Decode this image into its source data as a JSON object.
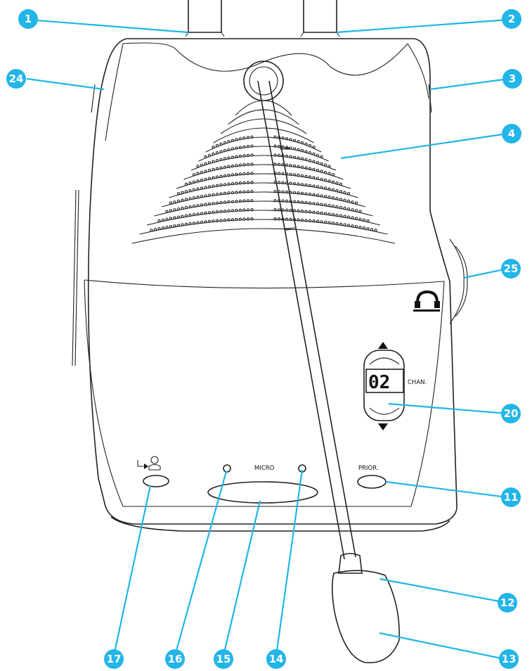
{
  "device": {
    "labels": {
      "micro": "MICRO",
      "prior": "PRIOR.",
      "chan": "CHAN.",
      "channel_display": "02"
    }
  },
  "callouts": [
    {
      "id": "c1",
      "number": "1"
    },
    {
      "id": "c2",
      "number": "2"
    },
    {
      "id": "c3",
      "number": "3"
    },
    {
      "id": "c4",
      "number": "4"
    },
    {
      "id": "c11",
      "number": "11"
    },
    {
      "id": "c12",
      "number": "12"
    },
    {
      "id": "c13",
      "number": "13"
    },
    {
      "id": "c14",
      "number": "14"
    },
    {
      "id": "c15",
      "number": "15"
    },
    {
      "id": "c16",
      "number": "16"
    },
    {
      "id": "c17",
      "number": "17"
    },
    {
      "id": "c20",
      "number": "20"
    },
    {
      "id": "c24",
      "number": "24"
    },
    {
      "id": "c25",
      "number": "25"
    }
  ],
  "colors": {
    "callout": "#22b5e8",
    "line_art": "#222222"
  }
}
